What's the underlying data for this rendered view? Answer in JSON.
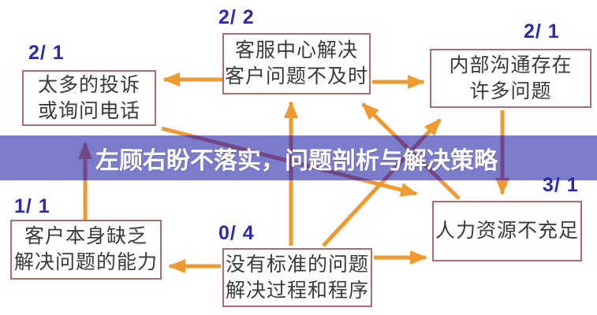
{
  "banner": {
    "title": "左顾右盼不落实，问题剖析与解决策略",
    "bg_color": "#7b7ccb"
  },
  "colors": {
    "arrow": "#f0992e",
    "arrow_in_banner": "#744685",
    "box_border": "#b26b6b",
    "ratio_label": "#2a2ab2",
    "box_text": "#3a3a3a",
    "banner_text": "#ffffff"
  },
  "nodes": {
    "complaints": {
      "ratio": "2/ 1",
      "line1": "太多的投诉",
      "line2": "或询问电话"
    },
    "service_center": {
      "ratio": "2/ 2",
      "line1": "客服中心解决",
      "line2": "客户问题不及时"
    },
    "internal_comm": {
      "ratio": "2/ 1",
      "line1": "内部沟通存在",
      "line2": "许多问题"
    },
    "customer_ability": {
      "ratio": "1/ 1",
      "line1": "客户本身缺乏",
      "line2": "解决问题的能力"
    },
    "no_standard": {
      "ratio": "0/ 4",
      "line1": "没有标准的问题",
      "line2": "解决过程和程序"
    },
    "hr_shortage": {
      "ratio": "3/ 1",
      "line1": "人力资源不充足",
      "line2": ""
    }
  },
  "edges": [
    {
      "from": "service_center",
      "to": "complaints"
    },
    {
      "from": "service_center",
      "to": "internal_comm"
    },
    {
      "from": "no_standard",
      "to": "service_center"
    },
    {
      "from": "hr_shortage",
      "to": "service_center"
    },
    {
      "from": "no_standard",
      "to": "internal_comm"
    },
    {
      "from": "internal_comm",
      "to": "hr_shortage"
    },
    {
      "from": "complaints",
      "to": "hr_shortage"
    },
    {
      "from": "customer_ability",
      "to": "complaints"
    },
    {
      "from": "no_standard",
      "to": "customer_ability"
    },
    {
      "from": "no_standard",
      "to": "hr_shortage"
    }
  ]
}
